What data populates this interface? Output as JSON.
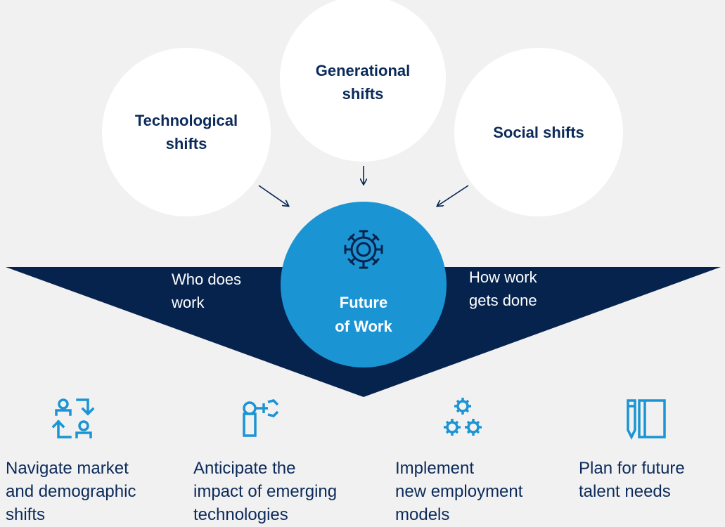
{
  "colors": {
    "background": "#f1f1f1",
    "navy": "#06234e",
    "accent": "#1b94d4",
    "text_dark": "#0b2a5a",
    "circle": "#ffffff"
  },
  "shifts": [
    {
      "label": "Technological\nshifts"
    },
    {
      "label": "Generational\nshifts"
    },
    {
      "label": "Social shifts"
    }
  ],
  "center": {
    "icon": "virus-gear-icon",
    "label": "Future\nof Work"
  },
  "wedge": {
    "left_label": "Who does\nwork",
    "right_label": "How work\ngets done"
  },
  "items": [
    {
      "icon": "exchange-people-icon",
      "caption": "Navigate market\nand demographic\nshifts"
    },
    {
      "icon": "robot-arm-icon",
      "caption": "Anticipate the\nimpact of emerging\ntechnologies"
    },
    {
      "icon": "gears-icon",
      "caption": "Implement\nnew employment\nmodels"
    },
    {
      "icon": "pencil-notebook-icon",
      "caption": "Plan for future\ntalent needs"
    }
  ]
}
